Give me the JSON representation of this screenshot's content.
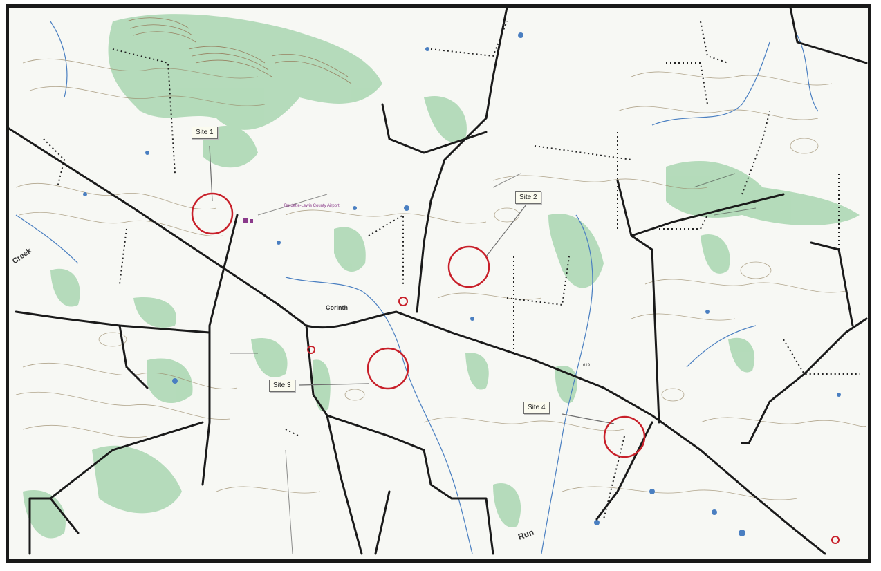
{
  "map": {
    "town_label": "Corinth",
    "airport_label": "Burdette-Lewis County Airport",
    "stream_label_run": "Run",
    "stream_label_creek": "Creek",
    "route_number_label": "619"
  },
  "sites": [
    {
      "id": "site-1",
      "label": "Site 1"
    },
    {
      "id": "site-2",
      "label": "Site 2"
    },
    {
      "id": "site-3",
      "label": "Site 3"
    },
    {
      "id": "site-4",
      "label": "Site 4"
    }
  ],
  "colors": {
    "site_circle": "#c8202a",
    "road": "#1a1a1a",
    "water": "#4a7fc1",
    "vegetation": "#a9d6b0",
    "contour": "#9a8a6a",
    "dense_contour": "#8a5a3a",
    "boundary": "#222222"
  }
}
